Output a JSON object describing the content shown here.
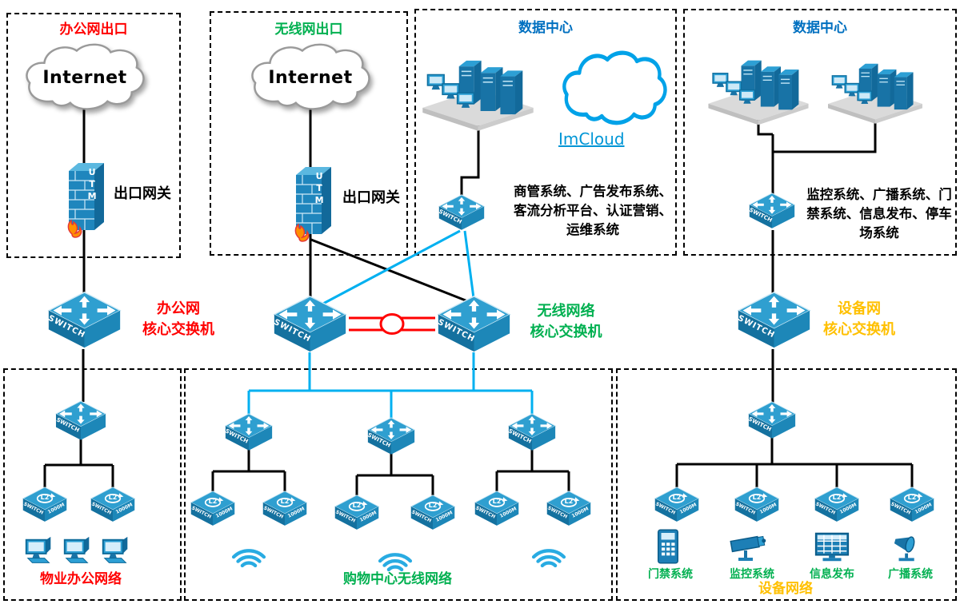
{
  "labels": {
    "internet": "Internet",
    "imcloud": "ImCloud",
    "utm": "UTM",
    "switch": "SWITCH",
    "l2": "L2",
    "speed": "1000M",
    "gateway": "出口网关"
  },
  "boxes": {
    "office_exit": {
      "title": "办公网出口"
    },
    "wireless_exit": {
      "title": "无线网出口"
    },
    "datacenter_biz": {
      "title": "数据中心",
      "systems": "商管系统、广告发布系统、客流分析平台、认证营销、运维系统"
    },
    "datacenter_dev": {
      "title": "数据中心",
      "systems": "监控系统、广播系统、门禁系统、信息发布、停车场系统"
    }
  },
  "cores": {
    "office": "办公网\n核心交换机",
    "wireless": "无线网络\n核心交换机",
    "device": "设备网\n核心交换机"
  },
  "zones": {
    "property_office": "物业办公网络",
    "mall_wireless": "购物中心无线网络",
    "device_network": "设备网络"
  },
  "devices": {
    "door_access": "门禁系统",
    "cctv": "监控系统",
    "info_publish": "信息发布",
    "broadcast": "广播系统"
  },
  "colors": {
    "red": "#ff0000",
    "green": "#00b050",
    "blue": "#0070c0",
    "yellow": "#ffc000",
    "cyan": "#00b0f0"
  }
}
